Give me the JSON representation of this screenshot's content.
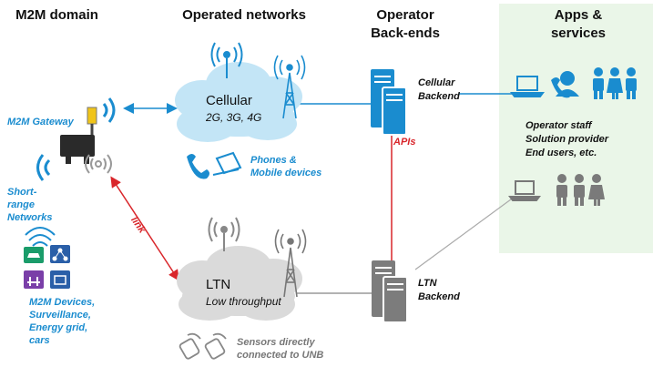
{
  "headers": {
    "m2m_domain": "M2M domain",
    "operated_networks": "Operated networks",
    "operator_backends_1": "Operator",
    "operator_backends_2": "Back-ends",
    "apps_services_1": "Apps &",
    "apps_services_2": "services"
  },
  "m2m": {
    "gateway_label": "M2M Gateway",
    "short_range_1": "Short-",
    "short_range_2": "range",
    "short_range_3": "Networks",
    "devices_1": "M2M Devices,",
    "devices_2": "Surveillance,",
    "devices_3": "Energy grid,",
    "devices_4": "cars"
  },
  "networks": {
    "cellular_title": "Cellular",
    "cellular_sub": "2G, 3G, 4G",
    "phones_1": "Phones &",
    "phones_2": "Mobile devices",
    "ltn_title": "LTN",
    "ltn_sub": "Low throughput",
    "sensors_1": "Sensors directly",
    "sensors_2": "connected to UNB"
  },
  "links": {
    "link_label": "link",
    "apis_label": "APIs"
  },
  "backends": {
    "cellular_1": "Cellular",
    "cellular_2": "Backend",
    "ltn_1": "LTN",
    "ltn_2": "Backend"
  },
  "apps": {
    "line_1": "Operator staff",
    "line_2": "Solution provider",
    "line_3": "End users, etc."
  },
  "colors": {
    "accent_blue": "#1a8ccf",
    "link_red": "#d9262b",
    "apps_panel": "#eaf6e8",
    "gray": "#8a8a8a"
  }
}
